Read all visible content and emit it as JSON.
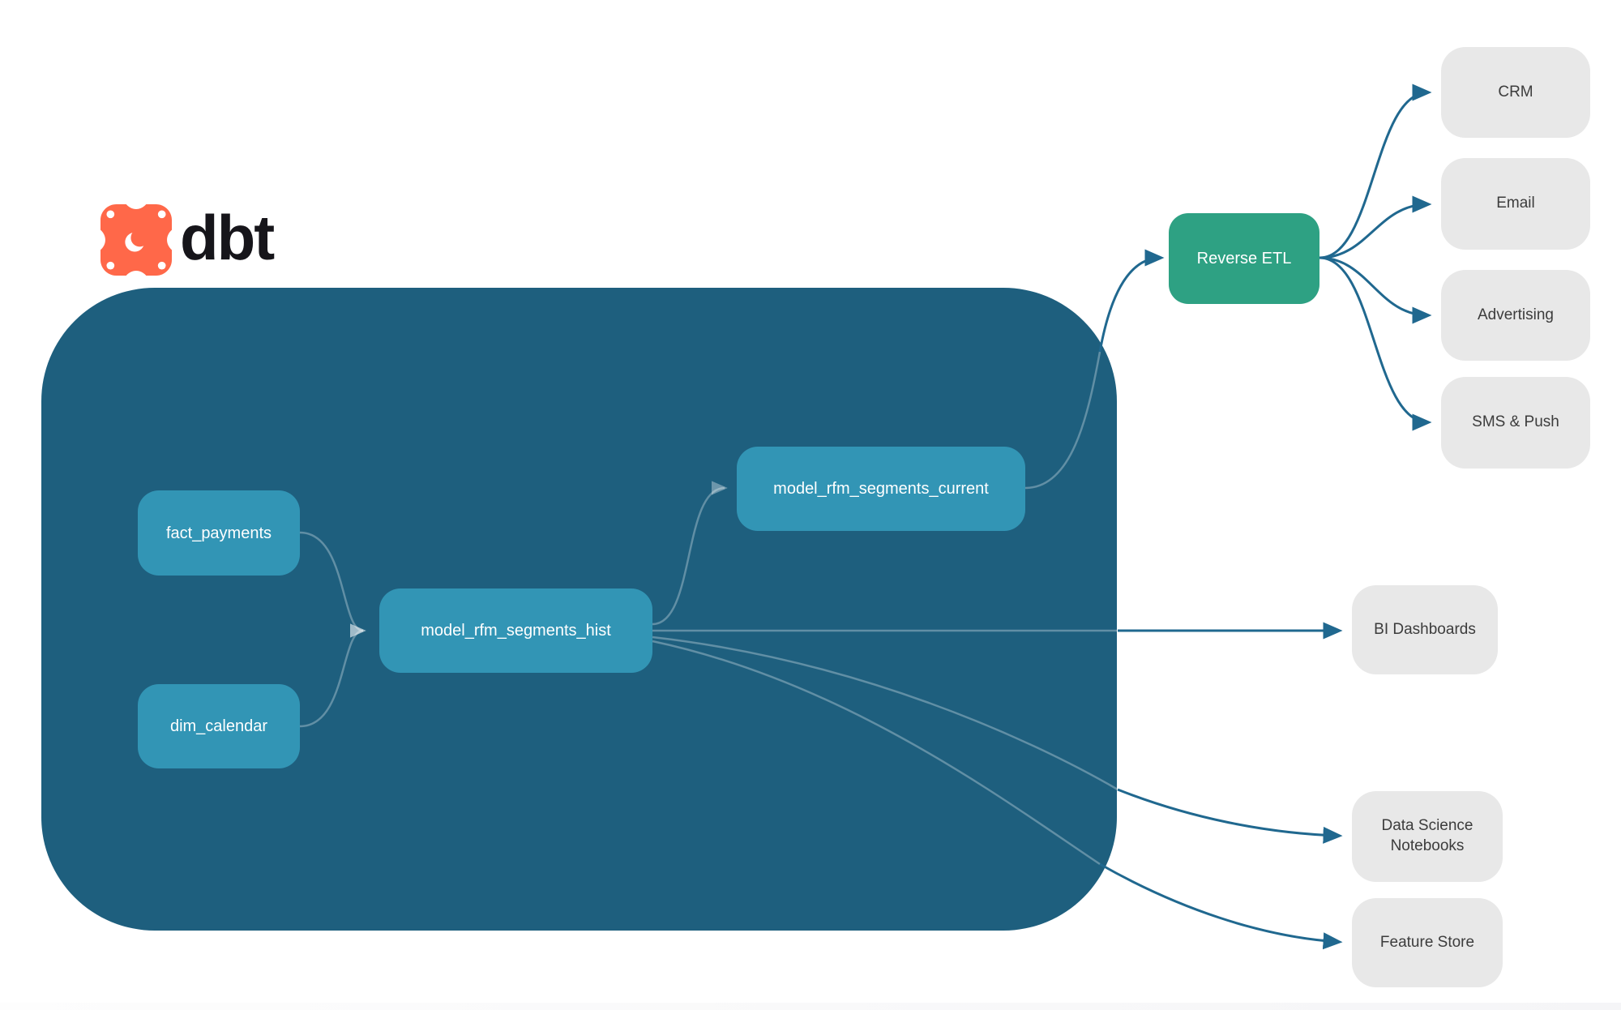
{
  "logo": {
    "text": "dbt"
  },
  "nodes": {
    "fact_payments": "fact_payments",
    "dim_calendar": "dim_calendar",
    "model_rfm_segments_hist": "model_rfm_segments_hist",
    "model_rfm_segments_current": "model_rfm_segments_current",
    "reverse_etl": "Reverse ETL",
    "crm": "CRM",
    "email": "Email",
    "advertising": "Advertising",
    "sms_push": "SMS & Push",
    "bi_dashboards": "BI Dashboards",
    "ds_notebooks": "Data Science Notebooks",
    "feature_store": "Feature Store"
  },
  "edges": [
    {
      "from": "fact_payments",
      "to": "model_rfm_segments_hist"
    },
    {
      "from": "dim_calendar",
      "to": "model_rfm_segments_hist"
    },
    {
      "from": "model_rfm_segments_hist",
      "to": "model_rfm_segments_current"
    },
    {
      "from": "model_rfm_segments_current",
      "to": "reverse_etl"
    },
    {
      "from": "reverse_etl",
      "to": "crm"
    },
    {
      "from": "reverse_etl",
      "to": "email"
    },
    {
      "from": "reverse_etl",
      "to": "advertising"
    },
    {
      "from": "reverse_etl",
      "to": "sms_push"
    },
    {
      "from": "model_rfm_segments_hist",
      "to": "bi_dashboards"
    },
    {
      "from": "model_rfm_segments_hist",
      "to": "ds_notebooks"
    },
    {
      "from": "model_rfm_segments_hist",
      "to": "feature_store"
    }
  ],
  "colors": {
    "container": "#1e5f7e",
    "model_node": "#3295b5",
    "reverse_etl_node": "#2ea183",
    "destination_node": "#e8e8e8",
    "arrow": "#20688f",
    "logo_orange": "#ff6849"
  }
}
